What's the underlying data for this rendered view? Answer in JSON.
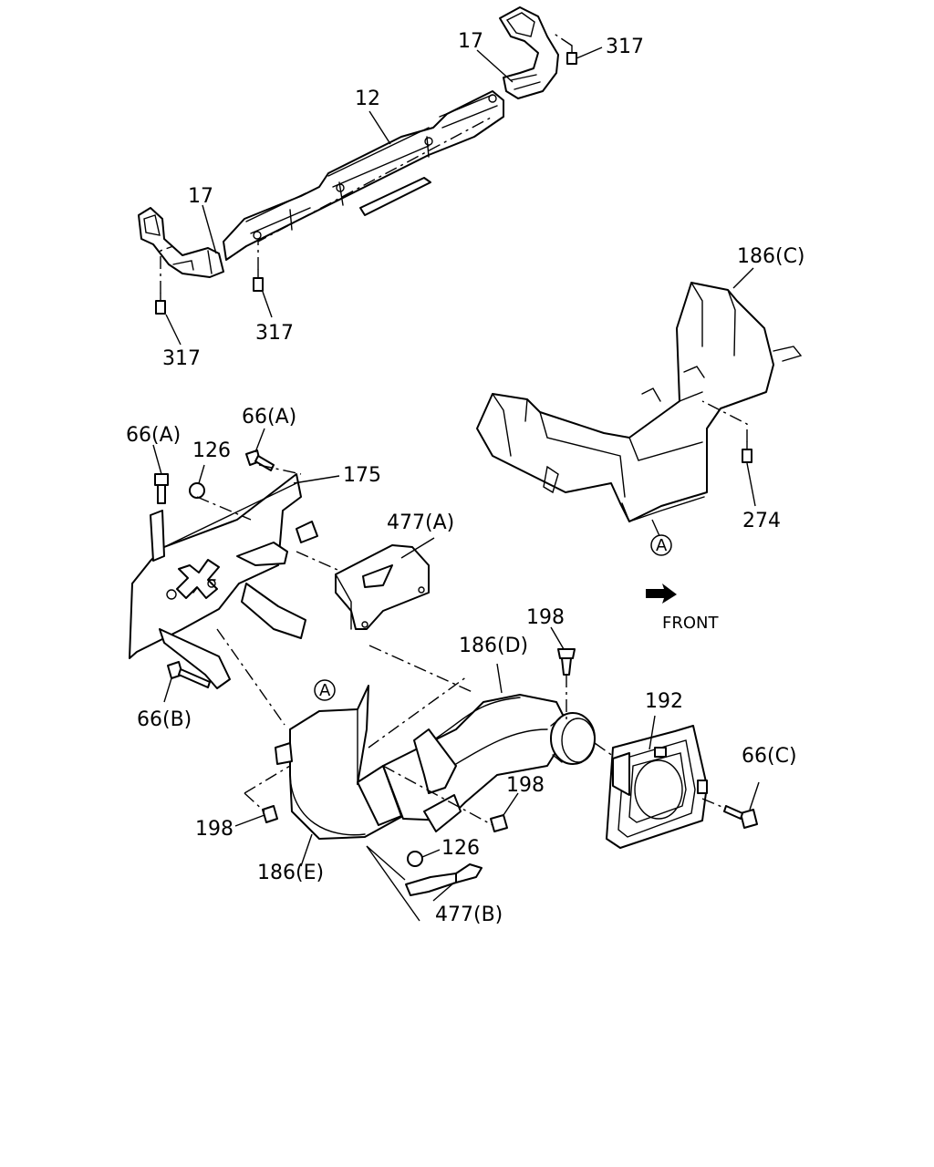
{
  "labels": {
    "l_317_top": "317",
    "l_17_top": "17",
    "l_12": "12",
    "l_17_left": "17",
    "l_317_mid": "317",
    "l_317_left": "317",
    "l_186c": "186(C)",
    "l_274": "274",
    "l_a_upper": "A",
    "l_front": "FRONT",
    "l_66a_right": "66(A)",
    "l_66a_left": "66(A)",
    "l_126_upper": "126",
    "l_175": "175",
    "l_477a": "477(A)",
    "l_198_top": "198",
    "l_186d": "186(D)",
    "l_192": "192",
    "l_66b": "66(B)",
    "l_a_lower": "A",
    "l_66c": "66(C)",
    "l_198_mid": "198",
    "l_198_left": "198",
    "l_126_lower": "126",
    "l_186e": "186(E)",
    "l_477b": "477(B)"
  },
  "colors": {
    "line": "#000000",
    "background": "#ffffff"
  }
}
